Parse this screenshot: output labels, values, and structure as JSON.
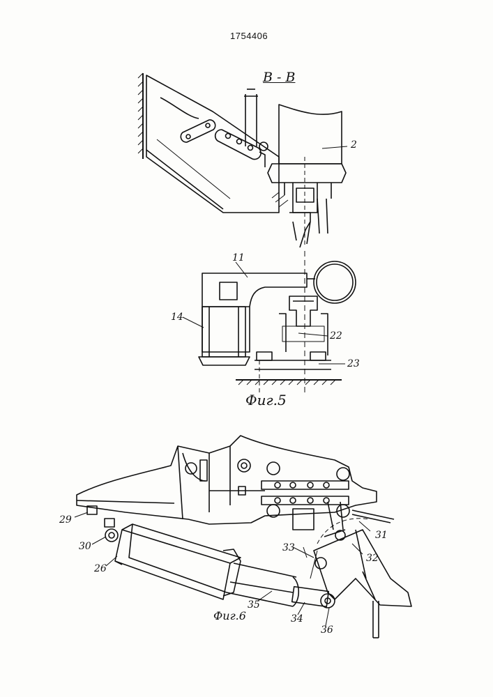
{
  "document": {
    "patent_number": "1754406",
    "section_label": "B - B",
    "figures": [
      {
        "caption": "Фиг.5",
        "labels": {
          "l2": "2",
          "l11": "11",
          "l14": "14",
          "l22": "22",
          "l23": "23"
        }
      },
      {
        "caption": "Фиг.6",
        "labels": {
          "l26": "26",
          "l29": "29",
          "l30": "30",
          "l31": "31",
          "l32": "32",
          "l33": "33",
          "l34": "34",
          "l35": "35",
          "l36": "36"
        }
      }
    ]
  },
  "colors": {
    "ink": "#111111",
    "paper": "#fdfdfb"
  }
}
